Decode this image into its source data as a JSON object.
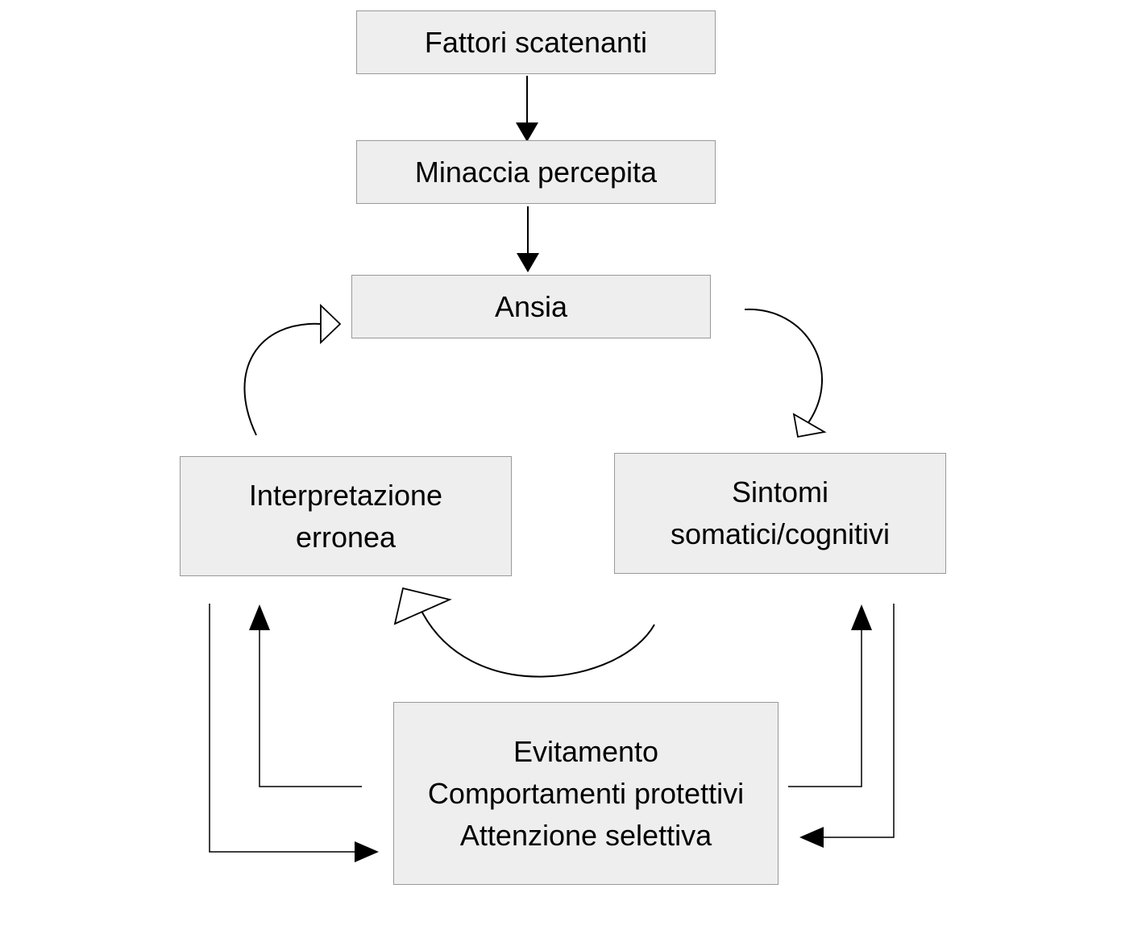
{
  "nodes": {
    "fattori": {
      "label": "Fattori scatenanti"
    },
    "minaccia": {
      "label": "Minaccia percepita"
    },
    "ansia": {
      "label": "Ansia"
    },
    "interpretazione": {
      "lines": [
        "Interpretazione",
        "erronea"
      ]
    },
    "sintomi": {
      "lines": [
        "Sintomi",
        "somatici/cognitivi"
      ]
    },
    "evitamento": {
      "lines": [
        "Evitamento",
        "Comportamenti protettivi",
        "Attenzione selettiva"
      ]
    }
  },
  "edges": [
    {
      "from": "Fattori scatenanti",
      "to": "Minaccia percepita",
      "head": "filled"
    },
    {
      "from": "Minaccia percepita",
      "to": "Ansia",
      "head": "filled"
    },
    {
      "from": "Ansia",
      "to": "Sintomi somatici/cognitivi",
      "head": "open",
      "shape": "curved"
    },
    {
      "from": "Sintomi somatici/cognitivi",
      "to": "Interpretazione erronea",
      "head": "open",
      "shape": "curved"
    },
    {
      "from": "Interpretazione erronea",
      "to": "Ansia",
      "head": "open",
      "shape": "curved"
    },
    {
      "from": "Evitamento / Comportamenti protettivi / Attenzione selettiva",
      "to": "Interpretazione erronea",
      "head": "filled"
    },
    {
      "from": "Interpretazione erronea",
      "to": "Evitamento / Comportamenti protettivi / Attenzione selettiva",
      "head": "filled"
    },
    {
      "from": "Evitamento / Comportamenti protettivi / Attenzione selettiva",
      "to": "Sintomi somatici/cognitivi",
      "head": "filled"
    },
    {
      "from": "Sintomi somatici/cognitivi",
      "to": "Evitamento / Comportamenti protettivi / Attenzione selettiva",
      "head": "filled"
    }
  ],
  "colors": {
    "box_fill": "#eeeeee",
    "box_border": "#999999",
    "arrow": "#000000",
    "text": "#000000"
  }
}
